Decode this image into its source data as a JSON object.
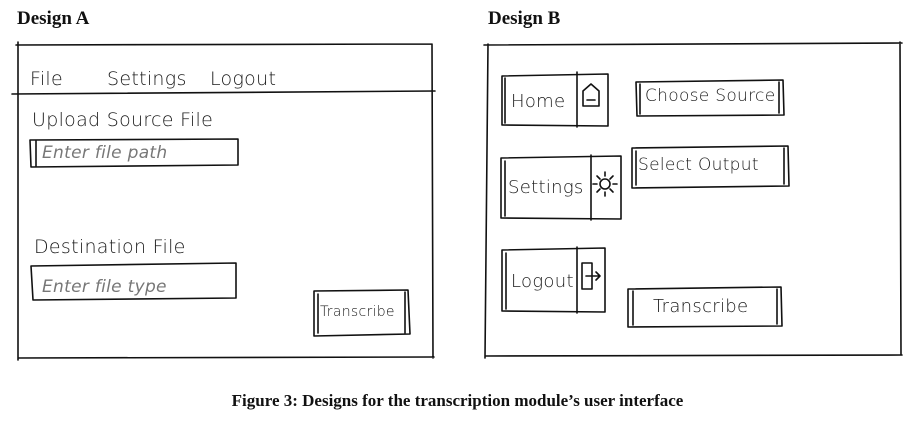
{
  "design_a": {
    "title": "Design A",
    "menu": {
      "file": "File",
      "settings": "Settings",
      "logout": "Logout"
    },
    "upload_label": "Upload Source File",
    "upload_placeholder": "Enter file path",
    "destination_label": "Destination File",
    "destination_placeholder": "Enter file type",
    "transcribe_label": "Transcribe"
  },
  "design_b": {
    "title": "Design B",
    "home_label": "Home",
    "settings_label": "Settings",
    "logout_label": "Logout",
    "choose_source_label": "Choose Source",
    "select_output_label": "Select Output",
    "transcribe_label": "Transcribe",
    "icons": {
      "home": "house-icon",
      "settings": "gear-icon",
      "logout": "door-exit-icon"
    }
  },
  "caption": "Figure 3: Designs for the transcription module’s user interface"
}
